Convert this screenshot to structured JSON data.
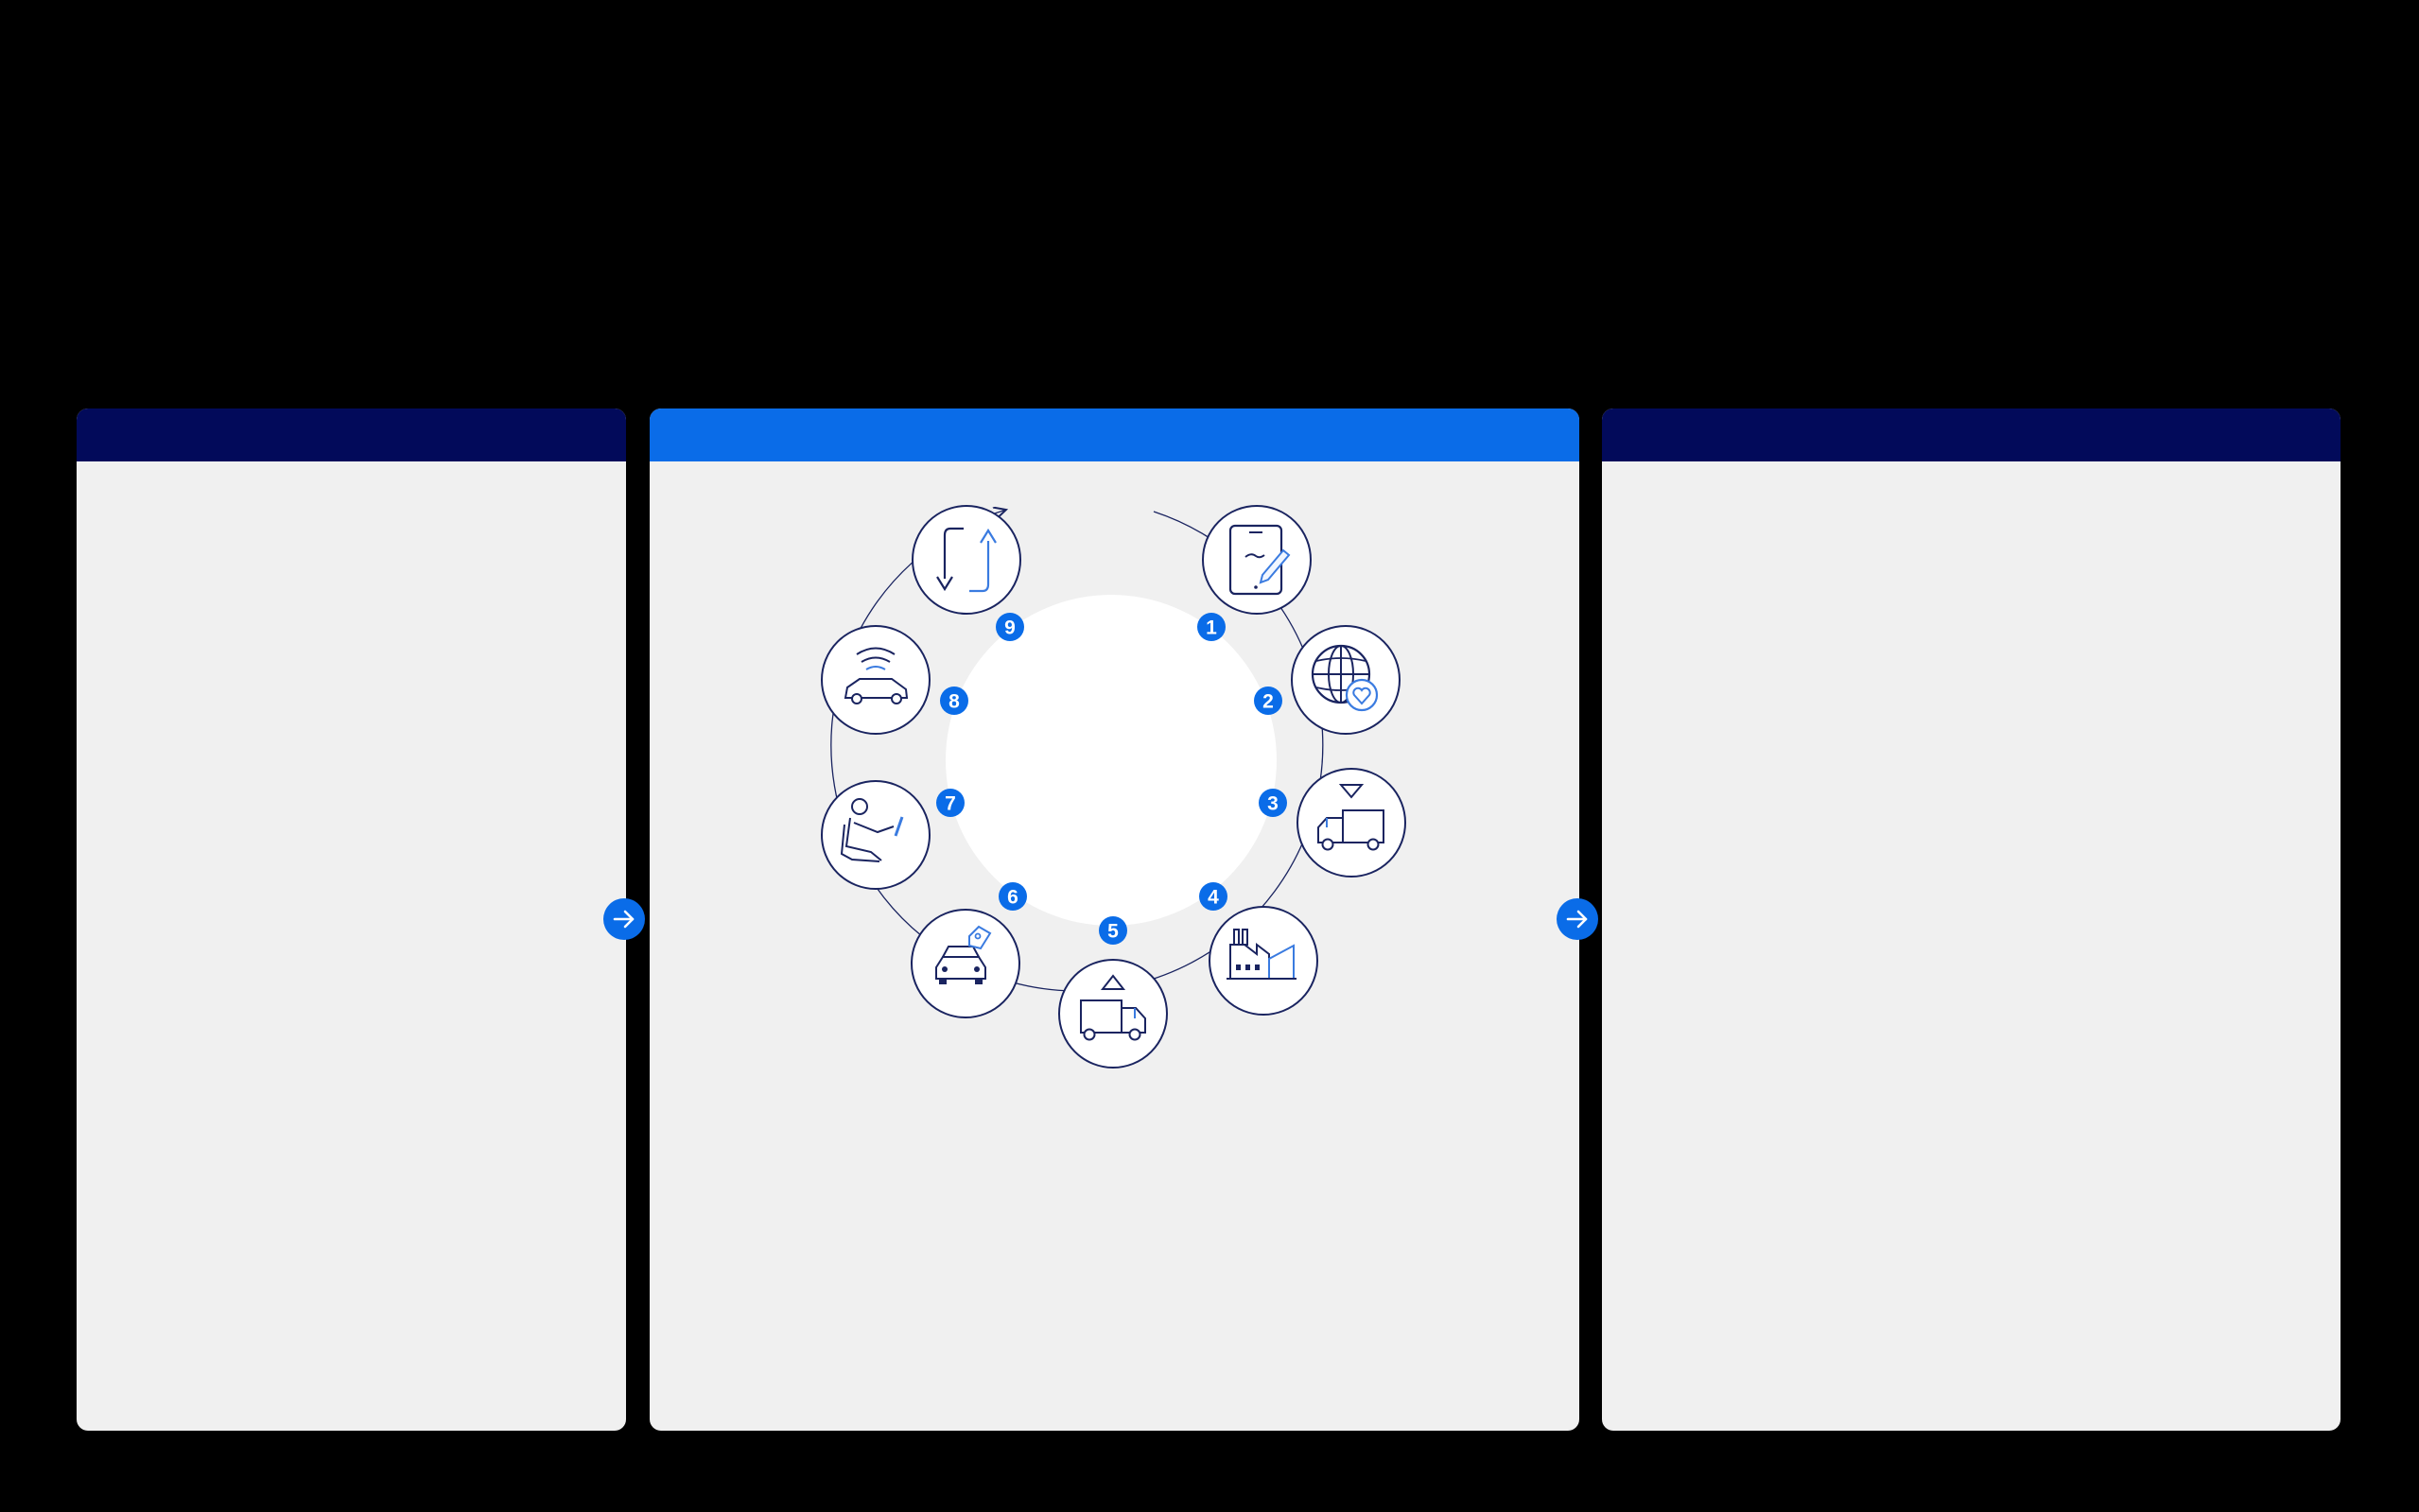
{
  "colors": {
    "background": "#000000",
    "panel_body": "#f0f0f0",
    "header_dark": "#020a5a",
    "header_accent": "#0a6ce8",
    "accent_blue": "#0a6ce8",
    "icon_navy": "#1a2460",
    "icon_blue": "#3a7be0"
  },
  "panels": {
    "left": {
      "header_color": "#020a5a"
    },
    "center": {
      "header_color": "#0a6ce8"
    },
    "right": {
      "header_color": "#020a5a"
    }
  },
  "navigation": {
    "next_icons": [
      "arrow-right-icon",
      "arrow-right-icon"
    ]
  },
  "lifecycle": {
    "steps": [
      {
        "number": "1",
        "icon": "tablet-pencil-icon"
      },
      {
        "number": "2",
        "icon": "globe-heart-icon"
      },
      {
        "number": "3",
        "icon": "truck-inbound-icon"
      },
      {
        "number": "4",
        "icon": "factory-icon"
      },
      {
        "number": "5",
        "icon": "truck-outbound-icon"
      },
      {
        "number": "6",
        "icon": "car-price-tag-icon"
      },
      {
        "number": "7",
        "icon": "driver-seat-icon"
      },
      {
        "number": "8",
        "icon": "connected-car-icon"
      },
      {
        "number": "9",
        "icon": "recycle-arrows-icon"
      }
    ]
  }
}
